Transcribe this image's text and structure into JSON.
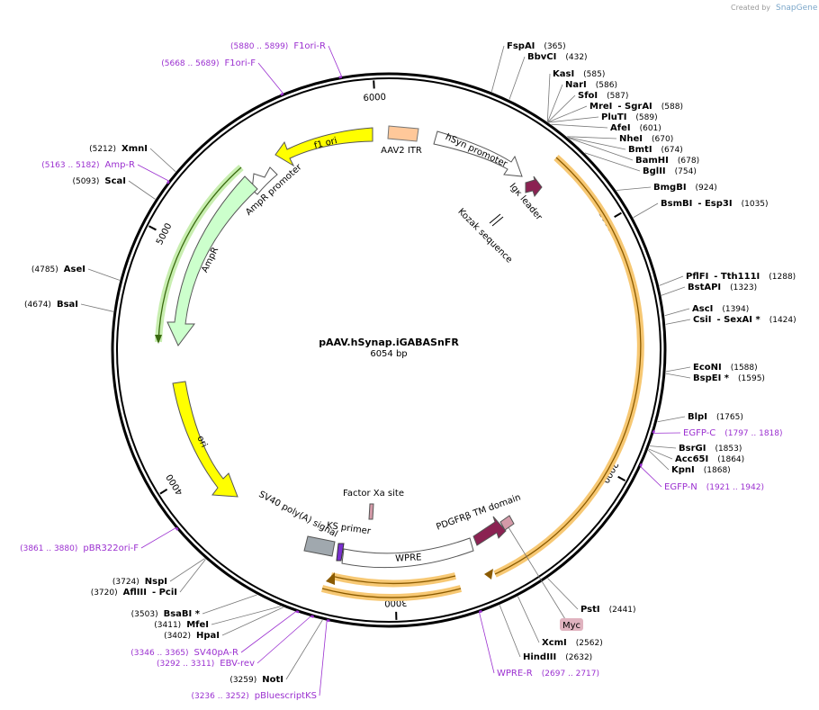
{
  "credit": {
    "prefix": "Created by",
    "brand": "SnapGene"
  },
  "plasmid": {
    "name": "pAAV.hSynap.iGABASnFR",
    "length": "6054 bp"
  },
  "ticks": [
    {
      "label": "1000",
      "bp": 1000
    },
    {
      "label": "2000",
      "bp": 2000
    },
    {
      "label": "3000",
      "bp": 3000
    },
    {
      "label": "4000",
      "bp": 4000
    },
    {
      "label": "5000",
      "bp": 5000
    },
    {
      "label": "6000",
      "bp": 6000
    }
  ],
  "enzymes": [
    {
      "name": "FspAI",
      "pos": "(365)"
    },
    {
      "name": "BbvCI",
      "pos": "(432)"
    },
    {
      "name": "KasI",
      "pos": "(585)"
    },
    {
      "name": "NarI",
      "pos": "(586)"
    },
    {
      "name": "SfoI",
      "pos": "(587)"
    },
    {
      "name": "MreI",
      "name2": "- SgrAI",
      "pos": "(588)"
    },
    {
      "name": "PluTI",
      "pos": "(589)"
    },
    {
      "name": "AfeI",
      "pos": "(601)"
    },
    {
      "name": "NheI",
      "pos": "(670)"
    },
    {
      "name": "BmtI",
      "pos": "(674)"
    },
    {
      "name": "BamHI",
      "pos": "(678)"
    },
    {
      "name": "BglII",
      "pos": "(754)"
    },
    {
      "name": "BmgBI",
      "pos": "(924)"
    },
    {
      "name": "BsmBI",
      "name2": "- Esp3I",
      "pos": "(1035)"
    },
    {
      "name": "PflFI",
      "name2": "- Tth111I",
      "pos": "(1288)"
    },
    {
      "name": "BstAPI",
      "pos": "(1323)"
    },
    {
      "name": "AscI",
      "pos": "(1394)"
    },
    {
      "name": "CsiI",
      "name2": "- SexAI *",
      "pos": "(1424)"
    },
    {
      "name": "EcoNI",
      "pos": "(1588)"
    },
    {
      "name": "BspEI *",
      "pos": "(1595)"
    },
    {
      "name": "BlpI",
      "pos": "(1765)"
    },
    {
      "name": "BsrGI",
      "pos": "(1853)"
    },
    {
      "name": "Acc65I",
      "pos": "(1864)"
    },
    {
      "name": "KpnI",
      "pos": "(1868)"
    },
    {
      "name": "PstI",
      "pos": "(2441)"
    },
    {
      "name": "XcmI",
      "pos": "(2562)"
    },
    {
      "name": "HindIII",
      "pos": "(2632)"
    },
    {
      "name": "NotI",
      "pos": "(3259)"
    },
    {
      "name": "HpaI",
      "pos": "(3402)"
    },
    {
      "name": "MfeI",
      "pos": "(3411)"
    },
    {
      "name": "BsaBI *",
      "pos": "(3503)"
    },
    {
      "name": "AflIII",
      "name2": "- PciI",
      "pos": "(3720)"
    },
    {
      "name": "NspI",
      "pos": "(3724)"
    },
    {
      "name": "BsaI",
      "pos": "(4674)"
    },
    {
      "name": "AseI",
      "pos": "(4785)"
    },
    {
      "name": "ScaI",
      "pos": "(5093)"
    },
    {
      "name": "XmnI",
      "pos": "(5212)"
    }
  ],
  "primers": [
    {
      "name": "F1ori-R",
      "pos": "(5880 .. 5899)"
    },
    {
      "name": "F1ori-F",
      "pos": "(5668 .. 5689)"
    },
    {
      "name": "Amp-R",
      "pos": "(5163 .. 5182)"
    },
    {
      "name": "EGFP-C",
      "pos": "(1797 .. 1818)"
    },
    {
      "name": "EGFP-N",
      "pos": "(1921 .. 1942)"
    },
    {
      "name": "WPRE-R",
      "pos": "(2697 .. 2717)"
    },
    {
      "name": "pBR322ori-F",
      "pos": "(3861 .. 3880)"
    },
    {
      "name": "SV40pA-R",
      "pos": "(3346 .. 3365)"
    },
    {
      "name": "EBV-rev",
      "pos": "(3292 .. 3311)"
    },
    {
      "name": "pBluescriptKS",
      "pos": "(3236 .. 3252)"
    }
  ],
  "features": {
    "aav2_itr": "AAV2 ITR",
    "f1_ori": "f1 ori",
    "hsyn_promoter": "hSyn promoter",
    "igk_leader": "Igκ leader",
    "kozak": "Kozak sequence",
    "ampr_promoter": "AmpR promoter",
    "ampr": "AmpR",
    "ori": "ori",
    "factor_xa": "Factor Xa site",
    "sv40_polya": "SV40 poly(A) signal",
    "ks_primer": "KS primer",
    "pdgfrb": "PDGFRβ TM domain",
    "wpre": "WPRE",
    "myc": "Myc"
  },
  "colors": {
    "primer": "#9b30d0",
    "f1_ori": "#ffff00",
    "ori": "#ffff00",
    "ampr": "#ccffcc",
    "aav2_itr": "#ffc89a",
    "igk": "#8b2252",
    "pdgfrb": "#8b2252",
    "factor_xa": "#d49aa8",
    "sv40": "#a0a8ae",
    "ks": "#7a2fd0",
    "myc": "#e0b3bf",
    "orf_highlight": "#f7c873",
    "orf_line": "#8a5a00"
  }
}
